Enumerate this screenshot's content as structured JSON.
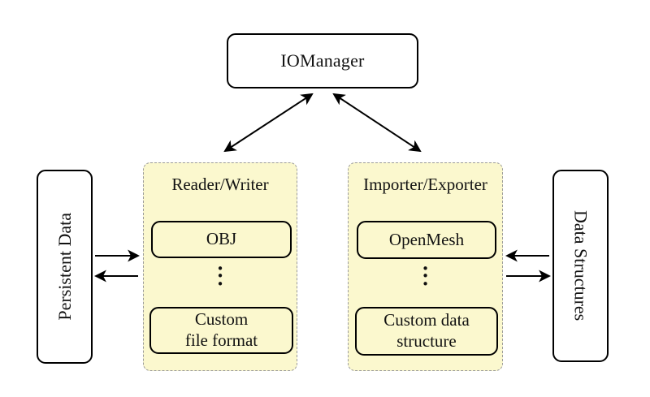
{
  "colors": {
    "group-fill": "#fbf8ce",
    "group-border": "#9b9b9b",
    "node-fill": "#ffffff",
    "node-border": "#000000",
    "arrow": "#000000",
    "text": "#111111"
  },
  "nodes": {
    "io_manager": "IOManager",
    "persistent_data": "Persistent Data",
    "data_structures": "Data Structures"
  },
  "groups": {
    "reader_writer": {
      "title": "Reader/Writer",
      "items": [
        "OBJ",
        "Custom\nfile format"
      ],
      "ellipsis": "•\n•\n•"
    },
    "importer_exporter": {
      "title": "Importer/Exporter",
      "items": [
        "OpenMesh",
        "Custom data\nstructure"
      ],
      "ellipsis": "•\n•\n•"
    }
  }
}
